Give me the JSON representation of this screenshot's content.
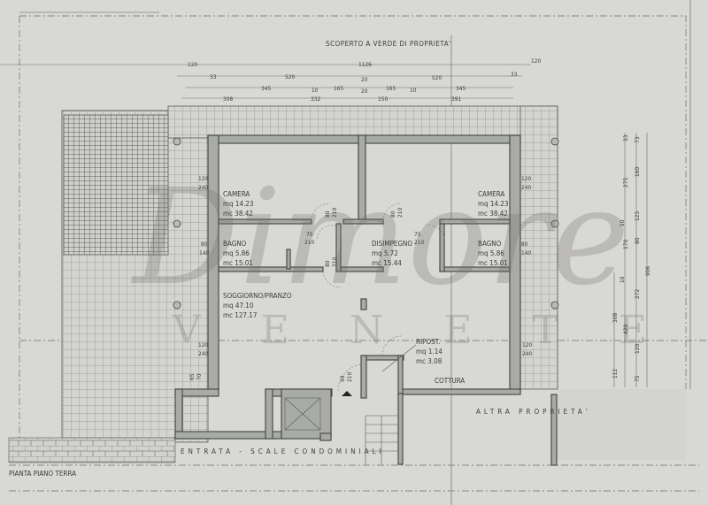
{
  "plan": {
    "caption": "PIANTA PIANO TERRA",
    "top_note": "SCOPERTO A VERDE DI PROPRIETA'",
    "neighbour": "ALTRA PROPRIETA'",
    "entrance": "ENTRATA - SCALE CONDOMINIALI",
    "watermark": {
      "script": "Dimore",
      "sub": "VENETE"
    },
    "rooms": {
      "camera_left": {
        "name": "CAMERA",
        "mq": "mq 14.23",
        "mc": "mc 38.42"
      },
      "camera_right": {
        "name": "CAMERA",
        "mq": "mq 14.23",
        "mc": "mc 38.42"
      },
      "bagno_left": {
        "name": "BAGNO",
        "mq": "mq 5.86",
        "mc": "mc 15.01"
      },
      "bagno_right": {
        "name": "BAGNO",
        "mq": "mq 5.86",
        "mc": "mc 15.01"
      },
      "disimpegno": {
        "name": "DISIMPEGNO",
        "mq": "mq 5.72",
        "mc": "mc 15.44"
      },
      "soggiorno": {
        "name": "SOGGIORNO/PRANZO",
        "mq": "mq 47.10",
        "mc": "mc 127.17"
      },
      "ripostiglio": {
        "name": "RIPOST.",
        "mq": "mq 1.14",
        "mc": "mc 3.08"
      },
      "cottura": {
        "name": "COTTURA"
      }
    },
    "openings": {
      "w120": "120",
      "w240": "240",
      "w80": "80",
      "w140": "140",
      "w65": "65",
      "w70": "70",
      "d80": "80",
      "d75": "75",
      "d90": "90",
      "h210": "210"
    },
    "dims_top": {
      "row1": [
        "120",
        "1126",
        "120"
      ],
      "row2": [
        "33",
        "520",
        "20",
        "520",
        "33"
      ],
      "row3": [
        "345",
        "10",
        "165",
        "20",
        "165",
        "10",
        "345"
      ],
      "row4": [
        "308",
        "332",
        "150",
        "391"
      ]
    },
    "dims_right": {
      "col1": [
        "112",
        "308"
      ],
      "col2": [
        "420",
        "10",
        "170",
        "10",
        "275",
        "33"
      ],
      "col3": [
        "75",
        "120",
        "272",
        "80",
        "125",
        "160",
        "73"
      ],
      "col4": [
        "906"
      ]
    }
  }
}
